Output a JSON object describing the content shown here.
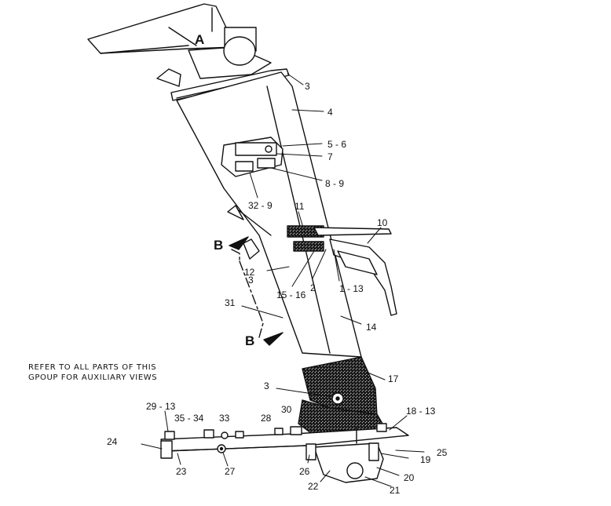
{
  "note": {
    "line1": "REFER TO ALL PARTS OF THIS",
    "line2": "GPOUP FOR AUXILIARY VIEWS"
  },
  "view_markers": [
    "A",
    "B",
    "B"
  ],
  "callouts": [
    "3",
    "4",
    "5 - 6",
    "7",
    "8 - 9",
    "32 - 9",
    "11",
    "10",
    "12",
    "2",
    "1 - 13",
    "15 - 16",
    "3",
    "31",
    "14",
    "17",
    "3",
    "18 - 13",
    "29 - 13",
    "35 - 34",
    "33",
    "28",
    "30",
    "24",
    "23",
    "27",
    "26",
    "19",
    "25",
    "20",
    "22",
    "21"
  ]
}
